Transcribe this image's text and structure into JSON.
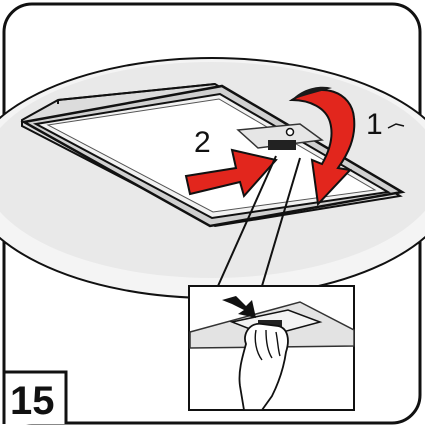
{
  "figure": {
    "step_number": "15",
    "callouts": [
      {
        "label": "1",
        "description_icon": "curved-rotate-arrow-icon"
      },
      {
        "label": "2",
        "description_icon": "push-arrow-icon"
      }
    ],
    "colors": {
      "arrow_red": "#e2261d",
      "arrow_dark": "#1a1a1a",
      "panel_grey": "#cfcfcf",
      "panel_light": "#ededed",
      "outline": "#111111"
    },
    "icons": [
      "curved-rotate-arrow-icon",
      "push-arrow-icon",
      "hand-icon",
      "press-arrow-icon"
    ]
  }
}
